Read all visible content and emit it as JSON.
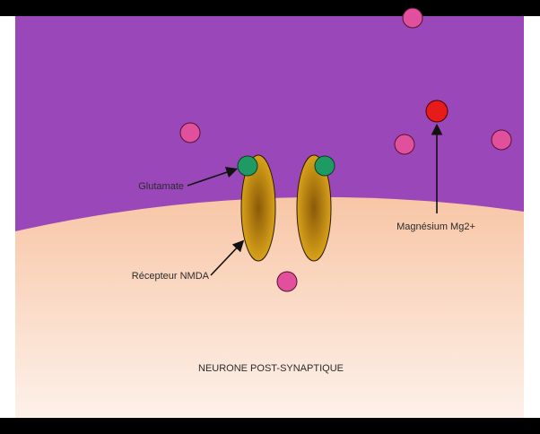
{
  "labels": {
    "glutamate": "Glutamate",
    "nmda_receptor": "Récepteur NMDA",
    "magnesium": "Magnésium Mg2+",
    "neuron": "NEURONE POST-SYNAPTIQUE"
  },
  "colors": {
    "letterbox": "#000000",
    "synaptic_cleft": "#9a48b9",
    "neuron_top": "#f8c6a6",
    "neuron_bottom": "#fdf1ea",
    "receptor": "#d9a21a",
    "receptor_dark": "#8a5a08",
    "glutamate": "#1e9a62",
    "magnesium_ion": "#e81b1b",
    "ion": "#e0509c"
  }
}
